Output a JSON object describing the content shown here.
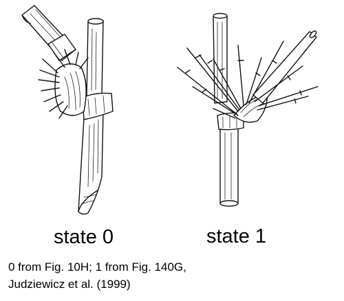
{
  "panels": [
    {
      "label": "state 0"
    },
    {
      "label": "state 1"
    }
  ],
  "caption": {
    "line1": "0 from Fig. 10H; 1 from Fig. 140G,",
    "line2": "Judziewicz et al. (1999)"
  }
}
